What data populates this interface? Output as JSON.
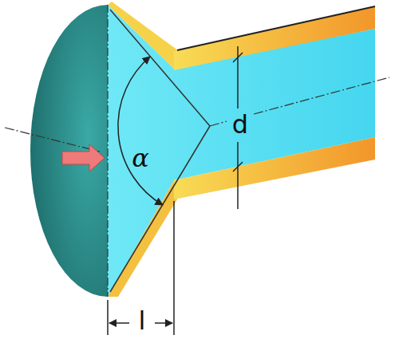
{
  "diagram": {
    "labels": [
      "α",
      "d",
      "l"
    ]
  }
}
